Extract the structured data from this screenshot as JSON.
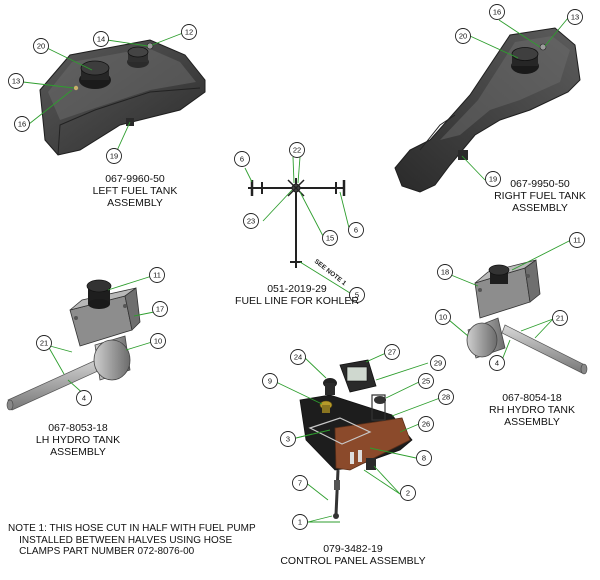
{
  "assemblies": [
    {
      "id": "left-fuel-tank",
      "part_number": "067-9960-50",
      "name_lines": [
        "LEFT FUEL TANK",
        "ASSEMBLY"
      ]
    },
    {
      "id": "right-fuel-tank",
      "part_number": "067-9950-50",
      "name_lines": [
        "RIGHT FUEL TANK",
        "ASSEMBLY"
      ]
    },
    {
      "id": "fuel-line",
      "part_number": "051-2019-29",
      "name_lines": [
        "FUEL LINE FOR KOHLER"
      ]
    },
    {
      "id": "lh-hydro-tank",
      "part_number": "067-8053-18",
      "name_lines": [
        "LH HYDRO TANK",
        "ASSEMBLY"
      ]
    },
    {
      "id": "rh-hydro-tank",
      "part_number": "067-8054-18",
      "name_lines": [
        "RH HYDRO TANK",
        "ASSEMBLY"
      ]
    },
    {
      "id": "control-panel",
      "part_number": "079-3482-19",
      "name_lines": [
        "CONTROL PANEL ASSEMBLY"
      ]
    }
  ],
  "callouts": {
    "left_fuel_tank": [
      "20",
      "14",
      "12",
      "13",
      "16",
      "19"
    ],
    "right_fuel_tank": [
      "16",
      "13",
      "20",
      "19"
    ],
    "fuel_line": [
      "6",
      "22",
      "23",
      "15",
      "6",
      "5"
    ],
    "lh_hydro_tank": [
      "11",
      "17",
      "10",
      "21",
      "4"
    ],
    "rh_hydro_tank": [
      "11",
      "18",
      "10",
      "21",
      "4"
    ],
    "control_panel": [
      "24",
      "27",
      "29",
      "9",
      "25",
      "28",
      "26",
      "3",
      "8",
      "7",
      "2",
      "1"
    ]
  },
  "annotation": "SEE NOTE 1",
  "note": "NOTE 1: THIS HOSE CUT IN HALF WITH FUEL PUMP\n    INSTALLED BETWEEN HALVES USING HOSE\n    CLAMPS PART NUMBER 072-8076-00",
  "colors": {
    "leader": "#2e9e2e",
    "callout_stroke": "#222222",
    "part_dark": "#3a3a3a",
    "part_light": "#9a9a9a",
    "panel": "#8b4a2b"
  }
}
